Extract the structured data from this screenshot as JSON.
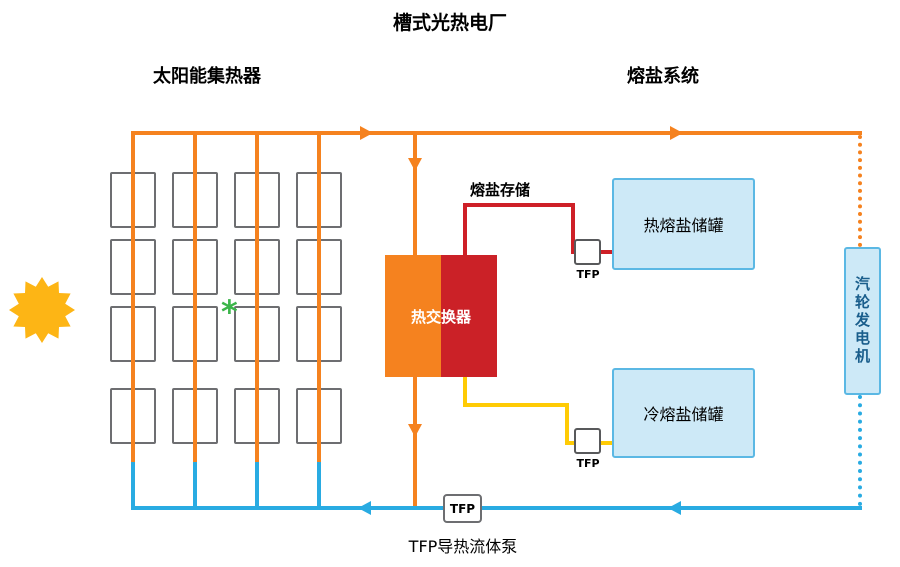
{
  "title": "槽式光热电厂",
  "sections": {
    "solar_collector": "太阳能集热器",
    "molten_salt_system": "熔盐系统"
  },
  "heat_exchanger": {
    "label": "热交换器"
  },
  "molten_salt_storage_label": "熔盐存储",
  "tanks": {
    "hot": {
      "label": "热熔盐储罐"
    },
    "cold": {
      "label": "冷熔盐储罐"
    }
  },
  "turbine": {
    "label": "汽轮发电机"
  },
  "pumps": {
    "hot_tfp": "TFP",
    "cold_tfp": "TFP",
    "main_tfp": "TFP",
    "caption": "TFP导热流体泵"
  },
  "footnote_marker": "*",
  "colors": {
    "orange": "#F5821F",
    "red": "#CE2027",
    "yellow": "#FFCB05",
    "blue": "#29ABE2",
    "tank-fill": "#CDE9F7",
    "tank-border": "#5BB8E4",
    "panel-border": "#6D6E71",
    "hx-orange": "#F5821F",
    "hx-red": "#CB2127",
    "turbine-text": "#1A5E8C",
    "sun": "#FDB515",
    "green": "#3BB54A"
  }
}
